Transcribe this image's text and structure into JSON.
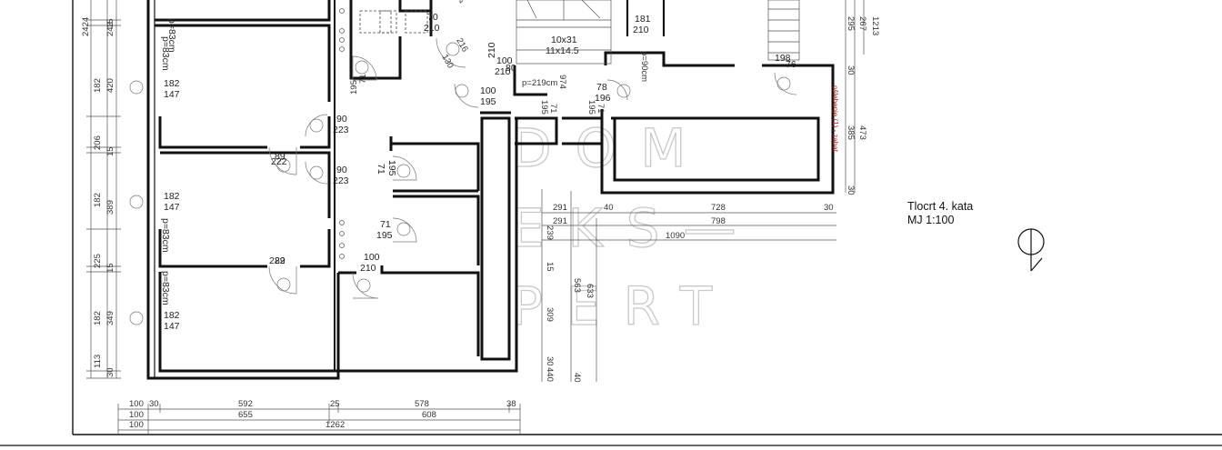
{
  "title_block": {
    "title": "Tlocrt 4. kata",
    "scale": "MJ 1:100"
  },
  "watermark": [
    "DOM",
    "EKS—",
    "PERT"
  ],
  "rooms": [
    {
      "id": "r1",
      "a": "p=83cm"
    },
    {
      "id": "r2",
      "a": "182",
      "b": "147"
    },
    {
      "id": "r3",
      "a": "182",
      "b": "147"
    },
    {
      "id": "r4",
      "a": "182",
      "b": "147"
    }
  ],
  "room_notes": {
    "p90": "p=90cm",
    "p83a": "p=83cm",
    "p83b": "p=83cm",
    "p219": "p=219cm",
    "stair_a": "10x31",
    "stair_b": "11x14.5",
    "red_note": "ošlebenje (1) - zabat"
  },
  "openings": [
    "70",
    "210",
    "216",
    "130",
    "216",
    "71",
    "195",
    "90",
    "223",
    "89",
    "222",
    "90",
    "223",
    "71",
    "195",
    "71",
    "195",
    "100",
    "210",
    "89",
    "222",
    "80",
    "210",
    "100",
    "195",
    "71",
    "195",
    "71",
    "195",
    "78",
    "196",
    "181",
    "210",
    "76",
    "198",
    "974",
    "100",
    "210"
  ],
  "left_dims": [
    "2424",
    "243",
    "15",
    "420",
    "182",
    "206",
    "15",
    "182",
    "389",
    "225",
    "15",
    "182",
    "349",
    "113",
    "30"
  ],
  "right_dims": [
    "1213",
    "267",
    "295",
    "30",
    "473",
    "385",
    "30"
  ],
  "bottom_dims": {
    "row1": [
      "100",
      "30",
      "592",
      "25",
      "578",
      "38"
    ],
    "row2": [
      "100",
      "655",
      "608"
    ],
    "row3": [
      "100",
      "1262"
    ]
  },
  "mid_dims": {
    "h1": [
      "291",
      "40",
      "728",
      "30"
    ],
    "h2": [
      "291",
      "798"
    ],
    "h3": [
      "1090"
    ],
    "v1": [
      "239",
      "15",
      "309",
      "30",
      "440"
    ],
    "v2": [
      "563",
      "40"
    ],
    "v3": [
      "633"
    ]
  }
}
